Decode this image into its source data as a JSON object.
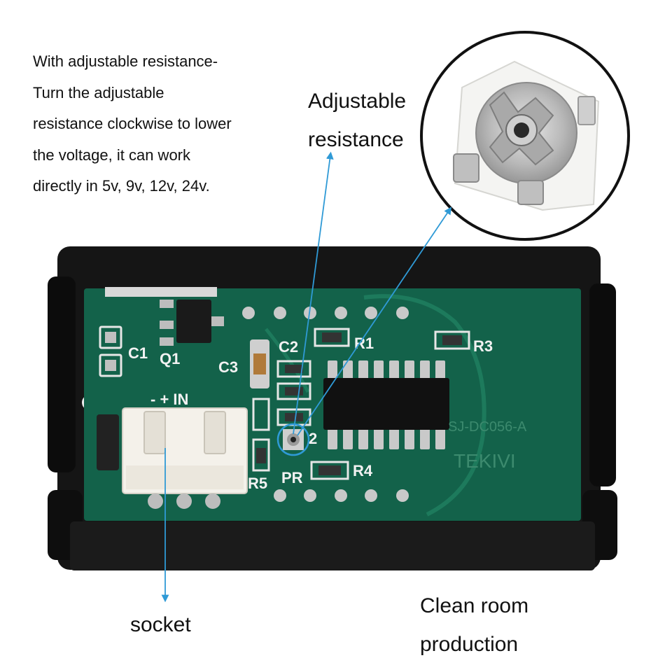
{
  "description_text": {
    "lines": [
      "With adjustable resistance-",
      "Turn the adjustable",
      "resistance clockwise to lower",
      "the voltage, it can work",
      "directly in 5v, 9v, 12v, 24v."
    ]
  },
  "callouts": {
    "adjustable_resistance": [
      "Adjustable",
      "resistance"
    ],
    "socket": "socket",
    "clean_room": [
      "Clean room",
      "production"
    ]
  },
  "board_labels": {
    "c1": "C1",
    "q1": "Q1",
    "c3": "C3",
    "c2": "C2",
    "r1": "R1",
    "r3": "R3",
    "r4": "R4",
    "r5": "R5",
    "pr": "PR",
    "r2": "2",
    "in": "- + IN",
    "model": "SJ-DC056-A",
    "brand": "TEKIVI"
  },
  "colors": {
    "pcb": "#13624a",
    "case": "#151515",
    "arrow": "#2f9ad6",
    "connector": "#f4f1ea"
  }
}
